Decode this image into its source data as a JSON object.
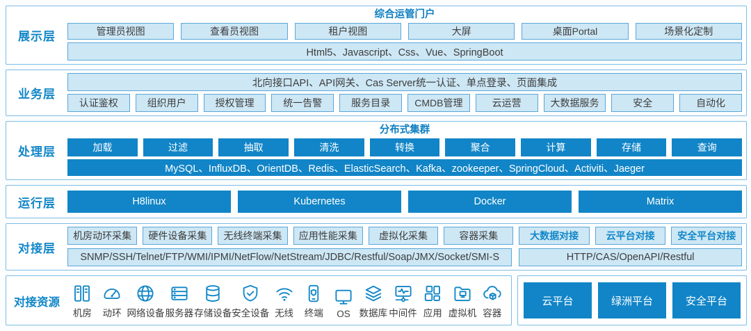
{
  "colors": {
    "accent": "#1185c7",
    "light_fill": "#cde7f5",
    "light_border": "#5aa7d8",
    "box_border": "#7dbde4",
    "label_blue": "#1287c8",
    "dark_text": "#3d3d3d"
  },
  "presentation": {
    "label": "展示层",
    "title": "综合运管门户",
    "views": [
      "管理员视图",
      "查看员视图",
      "租户视图",
      "大屏",
      "桌面Portal",
      "场景化定制"
    ],
    "tech_bar": "Html5、Javascript、Css、Vue、SpringBoot"
  },
  "business": {
    "label": "业务层",
    "api_bar": "北向接口API、API网关、Cas Server统一认证、单点登录、页面集成",
    "modules": [
      "认证鉴权",
      "组织用户",
      "授权管理",
      "统一告警",
      "服务目录",
      "CMDB管理",
      "云运营",
      "大数据服务",
      "安全",
      "自动化"
    ]
  },
  "processing": {
    "label": "处理层",
    "title": "分布式集群",
    "stages": [
      "加载",
      "过滤",
      "抽取",
      "清洗",
      "转换",
      "聚合",
      "计算",
      "存储",
      "查询"
    ],
    "tech_bar": "MySQL、InfluxDB、OrientDB、Redis、ElasticSearch、Kafka、zookeeper、SpringCloud、Activiti、Jaeger"
  },
  "runtime": {
    "label": "运行层",
    "platforms": [
      "H8linux",
      "Kubernetes",
      "Docker",
      "Matrix"
    ]
  },
  "integration": {
    "label": "对接层",
    "collectors": [
      "机房动环采集",
      "硬件设备采集",
      "无线终端采集",
      "应用性能采集",
      "虚拟化采集",
      "容器采集"
    ],
    "connectors": [
      "大数据对接",
      "云平台对接",
      "安全平台对接"
    ],
    "protocol_bar_left": "SNMP/SSH/Telnet/FTP/WMI/IPMI/NetFlow/NetStream/JDBC/Restful/Soap/JMX/Socket/SMI-S",
    "protocol_bar_right": "HTTP/CAS/OpenAPI/Restful"
  },
  "resources": {
    "label": "对接资源",
    "items": [
      {
        "icon": "datacenter-icon",
        "label": "机房"
      },
      {
        "icon": "gauge-icon",
        "label": "动环"
      },
      {
        "icon": "globe-icon",
        "label": "网络设备"
      },
      {
        "icon": "server-icon",
        "label": "服务器"
      },
      {
        "icon": "storage-icon",
        "label": "存储设备"
      },
      {
        "icon": "shield-check-icon",
        "label": "安全设备"
      },
      {
        "icon": "wifi-icon",
        "label": "无线"
      },
      {
        "icon": "mobile-shield-icon",
        "label": "终端"
      },
      {
        "icon": "monitor-icon",
        "label": "OS"
      },
      {
        "icon": "layers-icon",
        "label": "数据库"
      },
      {
        "icon": "middleware-icon",
        "label": "中间件"
      },
      {
        "icon": "app-grid-icon",
        "label": "应用"
      },
      {
        "icon": "vm-folder-icon",
        "label": "虚拟机"
      },
      {
        "icon": "container-cloud-icon",
        "label": "容器"
      }
    ],
    "platforms": [
      "云平台",
      "绿洲平台",
      "安全平台"
    ]
  }
}
